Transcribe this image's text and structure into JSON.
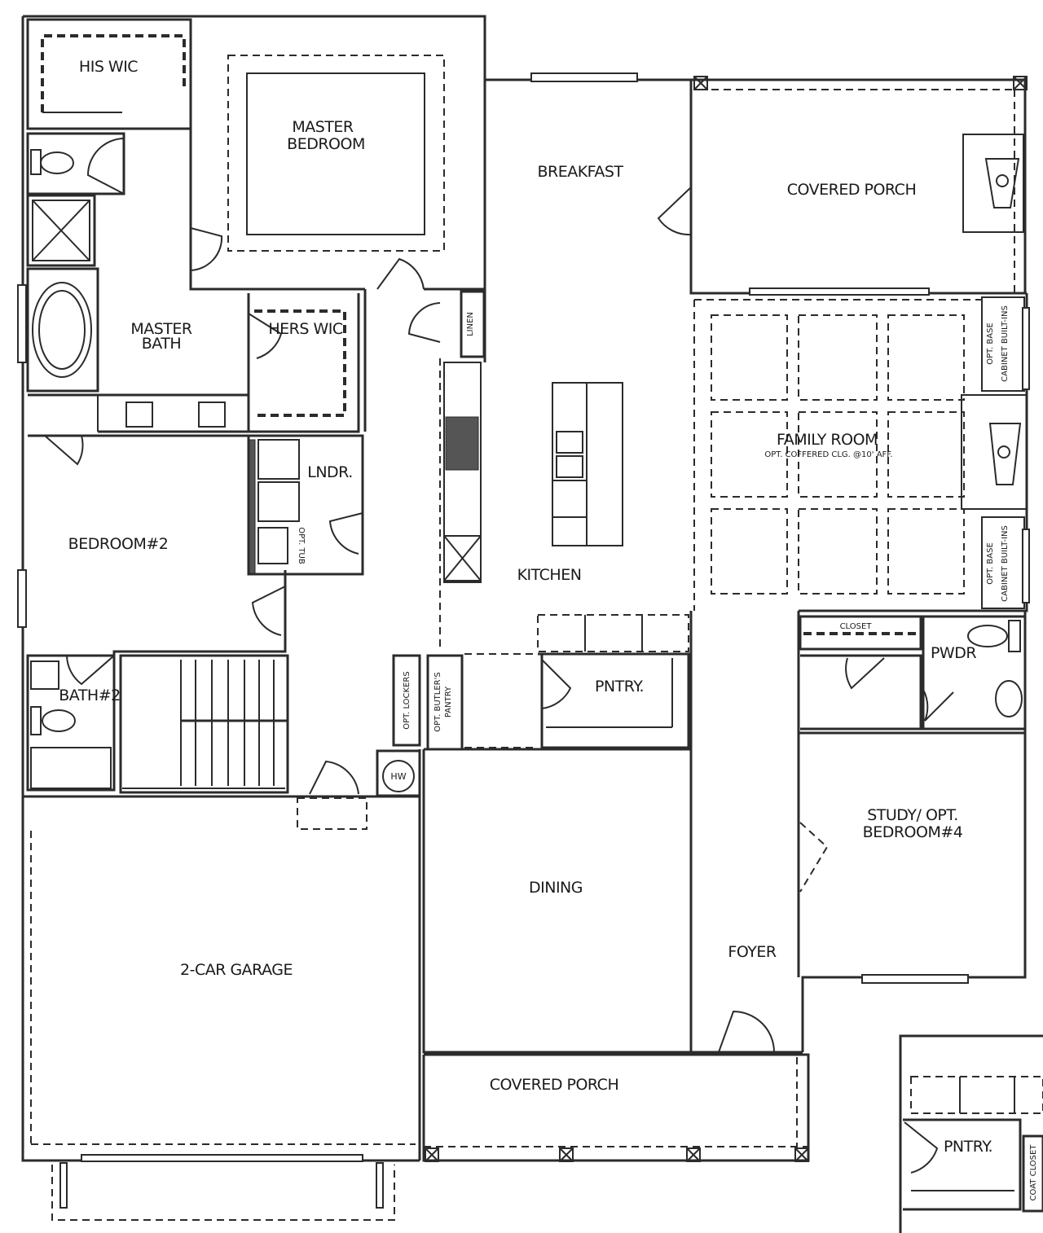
{
  "rooms": {
    "his_wic": "HIS WIC",
    "master_bedroom_1": "MASTER",
    "master_bedroom_2": "BEDROOM",
    "breakfast": "BREAKFAST",
    "covered_porch_rear": "COVERED PORCH",
    "master_bath_1": "MASTER",
    "master_bath_2": "BATH",
    "hers_wic": "HERS WIC",
    "linen": "LINEN",
    "opt_base_cabinet_1": "OPT. BASE",
    "opt_base_cabinet_2": "CABINET BUILT-INS",
    "family_room": "FAMILY ROOM",
    "family_room_note": "OPT. COFFERED CLG. @10' AFF.",
    "lndr": "LNDR.",
    "opt_tub": "OPT. TUB",
    "bedroom2": "BEDROOM#2",
    "kitchen": "KITCHEN",
    "closet": "CLOSET",
    "pwdr": "PWDR",
    "bath2": "BATH#2",
    "opt_lockers": "OPT. LOCKERS",
    "opt_butlers_1": "OPT. BUTLER'S",
    "opt_butlers_2": "PANTRY",
    "pntry": "PNTRY.",
    "hw": "HW",
    "study_1": "STUDY/ OPT.",
    "study_2": "BEDROOM#4",
    "dining": "DINING",
    "garage": "2-CAR GARAGE",
    "foyer": "FOYER",
    "covered_porch_front": "COVERED PORCH",
    "alt_pntry": "PNTRY.",
    "coat_closet": "COAT CLOSET"
  }
}
